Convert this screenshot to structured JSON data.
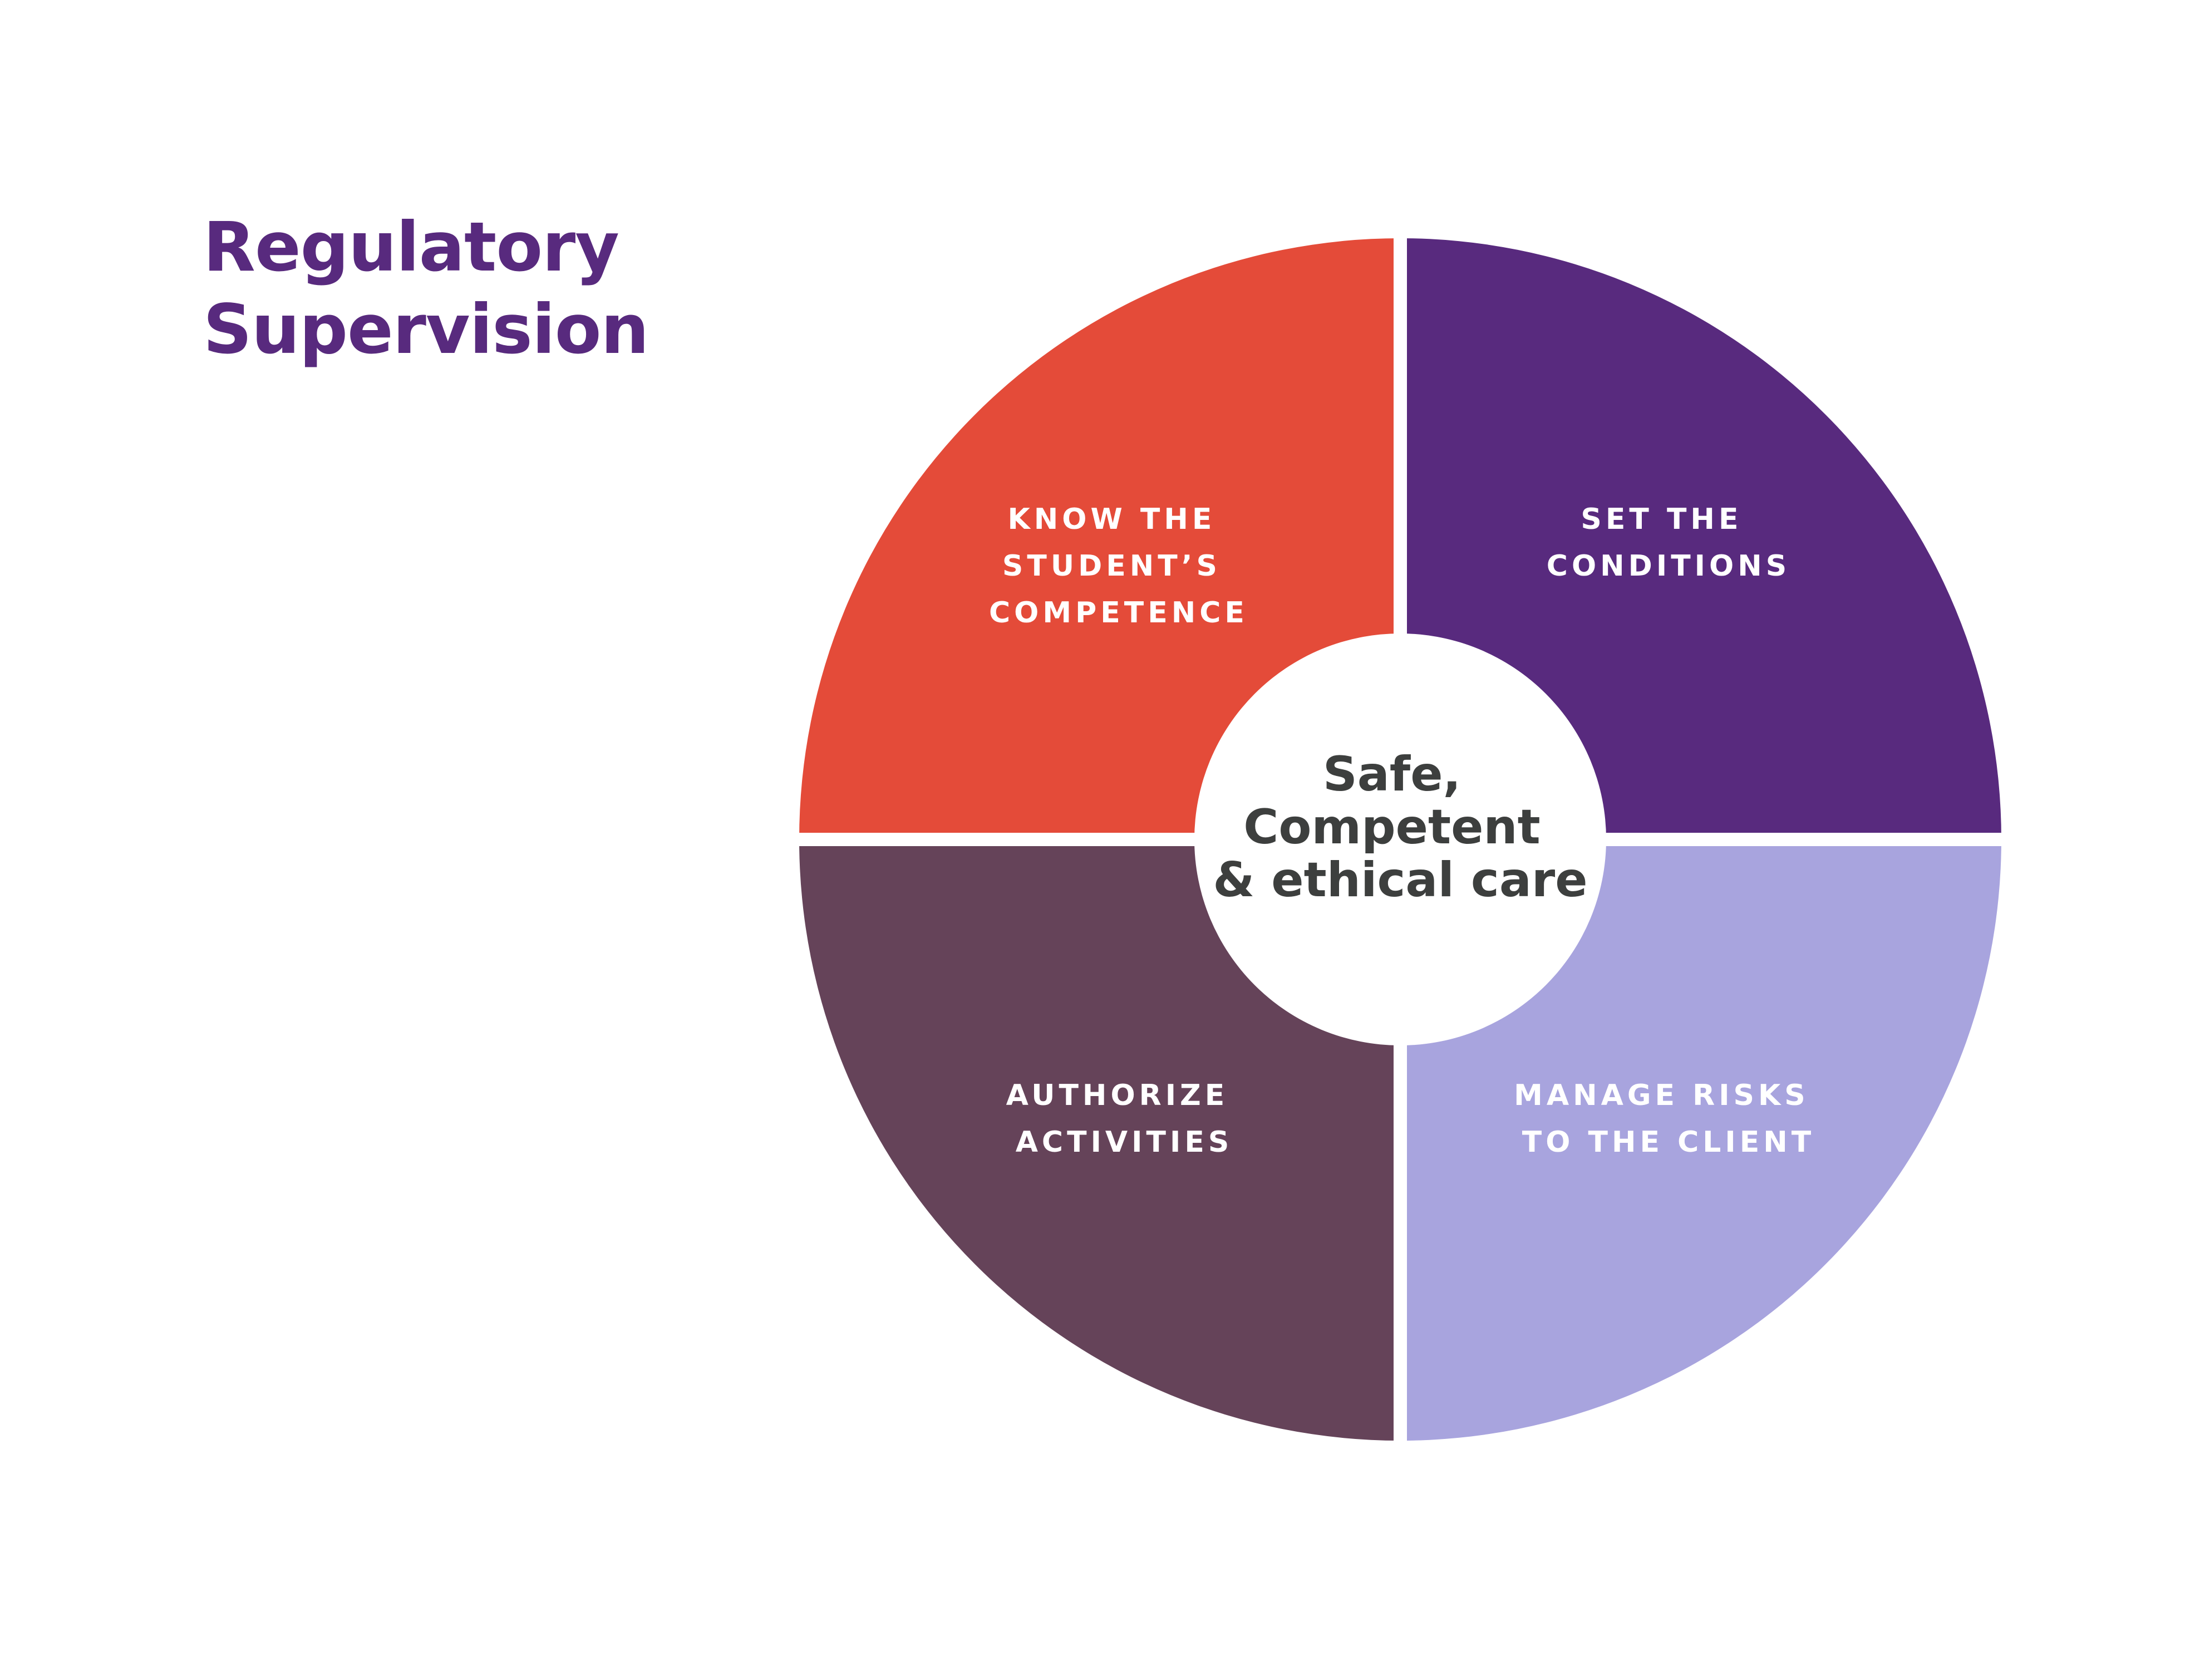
{
  "title": {
    "line1": "Regulatory",
    "line2": "Supervision"
  },
  "colors": {
    "title": "#582a7e",
    "top_left": "#e44b39",
    "top_right": "#582a7e",
    "bottom_left": "#654359",
    "bottom_right": "#a8a4de",
    "center_text": "#3d3f3e",
    "gap": "#ffffff"
  },
  "quadrants": {
    "top_left": {
      "lines": [
        "KNOW THE",
        "STUDENT’S",
        "COMPETENCE"
      ]
    },
    "top_right": {
      "lines": [
        "SET THE",
        "CONDITIONS"
      ]
    },
    "bottom_left": {
      "lines": [
        "AUTHORIZE",
        "ACTIVITIES"
      ]
    },
    "bottom_right": {
      "lines": [
        "MANAGE RISKS",
        "TO THE CLIENT"
      ]
    }
  },
  "center": {
    "lines": [
      "Safe,",
      "Competent",
      "& ethical care"
    ]
  }
}
